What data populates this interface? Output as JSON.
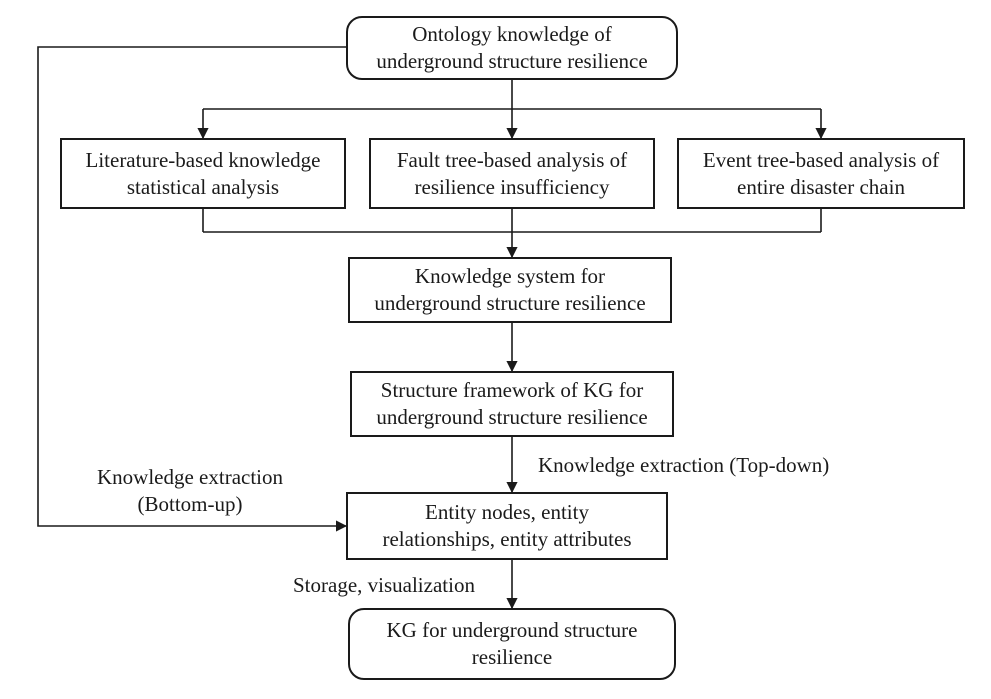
{
  "nodes": {
    "ontology": {
      "line1": "Ontology knowledge of",
      "line2": "underground structure resilience"
    },
    "literature": {
      "line1": "Literature-based knowledge",
      "line2": "statistical analysis"
    },
    "fault_tree": {
      "line1": "Fault tree-based analysis of",
      "line2": "resilience insufficiency"
    },
    "event_tree": {
      "line1": "Event tree-based analysis of",
      "line2": "entire disaster chain"
    },
    "knowledge_system": {
      "line1": "Knowledge system for",
      "line2": "underground structure resilience"
    },
    "framework": {
      "line1": "Structure framework of KG for",
      "line2": "underground structure resilience"
    },
    "entities": {
      "line1": "Entity nodes, entity",
      "line2": "relationships, entity attributes"
    },
    "kg": {
      "line1": "KG for underground structure",
      "line2": "resilience"
    }
  },
  "edge_labels": {
    "top_down": "Knowledge extraction (Top-down)",
    "bottom_up_line1": "Knowledge extraction",
    "bottom_up_line2": "(Bottom-up)",
    "storage": "Storage, visualization"
  }
}
